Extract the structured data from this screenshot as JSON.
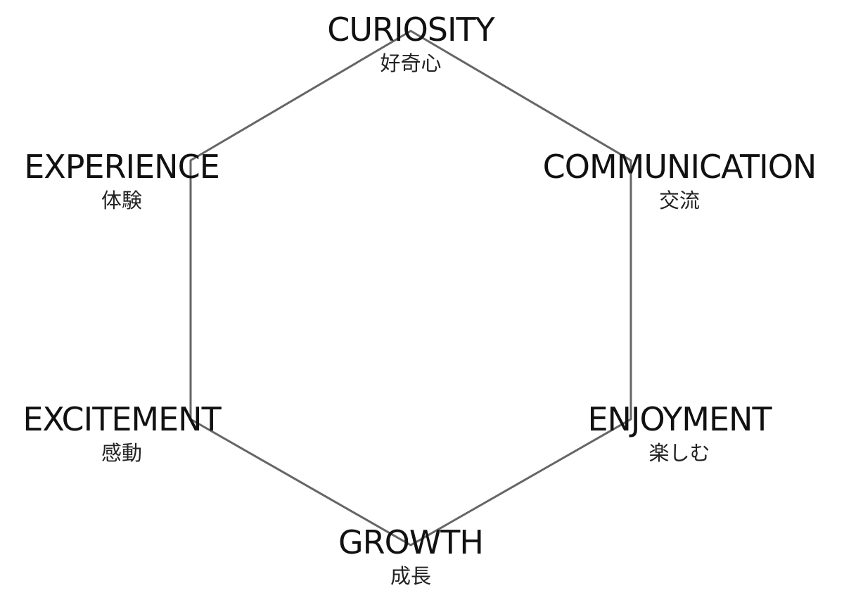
{
  "diagram": {
    "type": "hexagon-cycle",
    "outline_color": "#666666",
    "text_color": "#111111",
    "nodes": [
      {
        "en": "CURIOSITY",
        "ja": "好奇心"
      },
      {
        "en": "COMMUNICATION",
        "ja": "交流"
      },
      {
        "en": "ENJOYMENT",
        "ja": "楽しむ"
      },
      {
        "en": "GROWTH",
        "ja": "成長"
      },
      {
        "en": "EXCITEMENT",
        "ja": "感動"
      },
      {
        "en": "EXPERIENCE",
        "ja": "体験"
      }
    ]
  }
}
